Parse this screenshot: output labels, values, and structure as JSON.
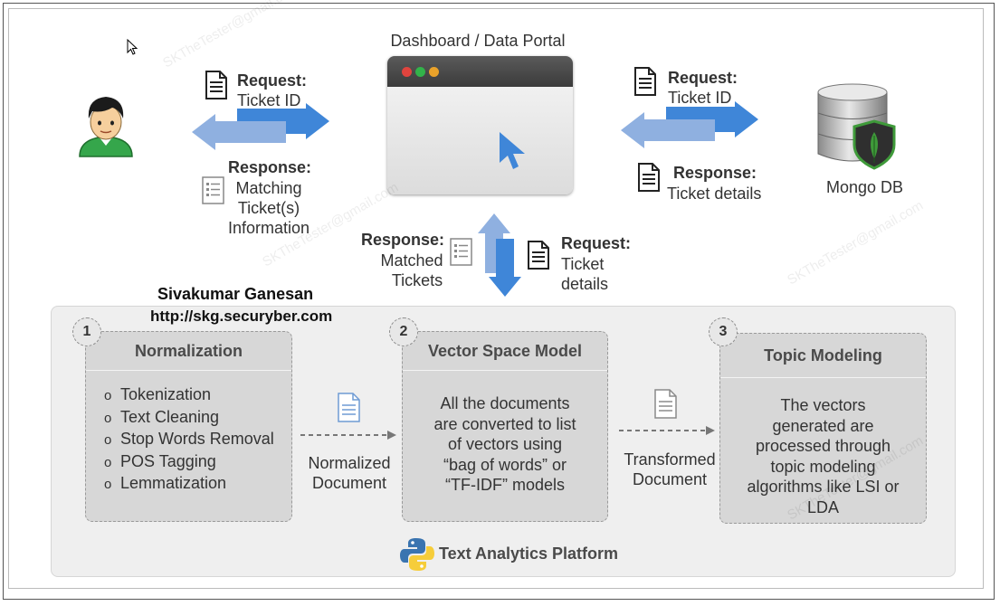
{
  "portal": {
    "title": "Dashboard / Data Portal"
  },
  "left_exchange": {
    "request_title": "Request:",
    "request_text": "Ticket ID",
    "response_title": "Response:",
    "response_lines": [
      "Matching",
      "Ticket(s)",
      "Information"
    ]
  },
  "right_exchange": {
    "request_title": "Request:",
    "request_text": "Ticket ID",
    "response_title": "Response:",
    "response_text": "Ticket details"
  },
  "database": {
    "label": "Mongo DB"
  },
  "vertical_exchange": {
    "response_title": "Response:",
    "response_lines": [
      "Matched",
      "Tickets"
    ],
    "request_title": "Request:",
    "request_lines": [
      "Ticket",
      "details"
    ]
  },
  "author": {
    "name": "Sivakumar Ganesan",
    "url": "http://skg.securyber.com"
  },
  "stages": [
    {
      "number": "1",
      "title": "Normalization",
      "items": [
        "Tokenization",
        "Text Cleaning",
        "Stop Words Removal",
        "POS Tagging",
        "Lemmatization"
      ]
    },
    {
      "number": "2",
      "title": "Vector Space Model",
      "lines": [
        "All the documents",
        "are converted to list",
        "of vectors using",
        "“bag of words” or",
        "“TF-IDF” models"
      ]
    },
    {
      "number": "3",
      "title": "Topic Modeling",
      "lines": [
        "The vectors",
        "generated are",
        "processed through",
        "topic modeling",
        "algorithms like LSI or",
        "LDA"
      ]
    }
  ],
  "transitions": [
    {
      "lines": [
        "Normalized",
        "Document"
      ]
    },
    {
      "lines": [
        "Transformed",
        "Document"
      ]
    }
  ],
  "platform": {
    "label": "Text Analytics Platform"
  },
  "watermark": "SKTheTester@gmail.com",
  "colors": {
    "arrow_blue": "#3f86d8",
    "arrow_light": "#8fb0e0",
    "mongo_green": "#3f9a3a",
    "python_blue": "#3a74b0",
    "python_yellow": "#f6cd3a"
  }
}
